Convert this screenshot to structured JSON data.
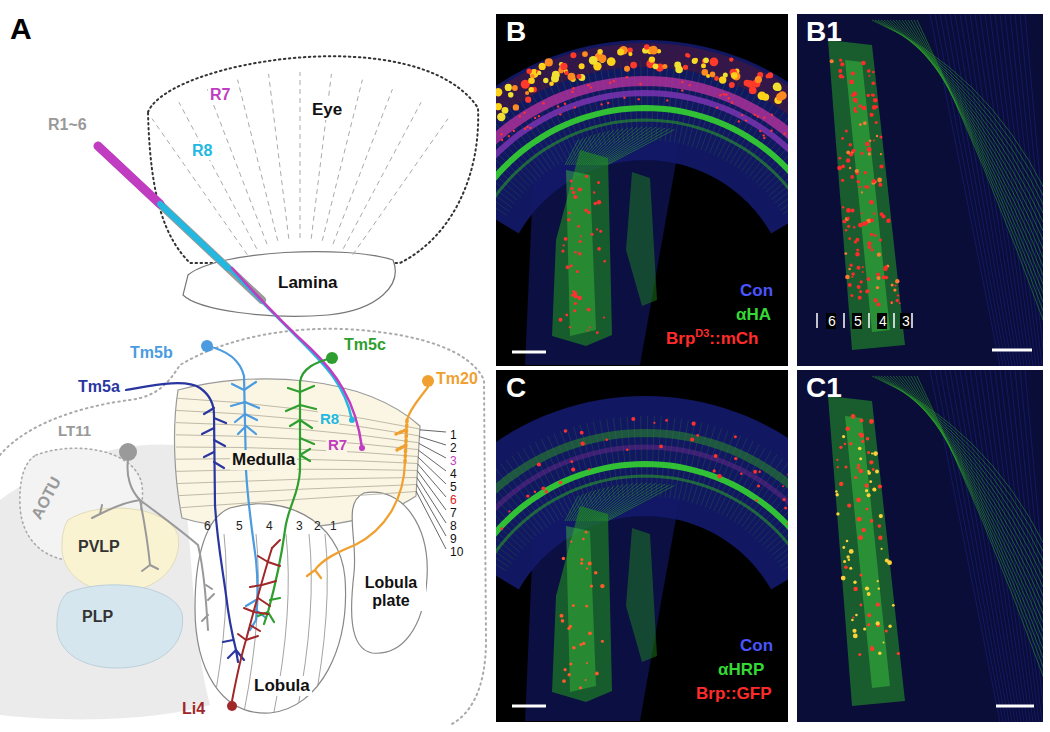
{
  "diagram": {
    "nodes": [
      {
        "text": [
          "Eye"
        ]
      },
      {
        "text": [
          "Lamina"
        ]
      },
      {
        "text": [
          "Medulla"
        ]
      },
      {
        "text": [
          "Lobula"
        ]
      },
      {
        "text": [
          "Lobula plate"
        ]
      },
      {
        "text": [
          "AOTU"
        ]
      },
      {
        "text": [
          "PVLP"
        ]
      },
      {
        "text": [
          "PLP"
        ]
      }
    ],
    "labels": [
      "A",
      "R7",
      "R8",
      "R1~6",
      "Tm5c",
      "Tm5b",
      "Tm5a",
      "R8",
      "R7",
      "Tm20",
      "1",
      "2",
      "3",
      "4",
      "5",
      "6",
      "7",
      "8",
      "9",
      "10",
      "LT11",
      "6",
      "5",
      "4",
      "3",
      "2",
      "1",
      "Li4",
      "B",
      "Con",
      "αHA",
      "Brp",
      "D3",
      "::mCh",
      "B1",
      "6",
      "5",
      "4",
      "3",
      "C",
      "Con",
      "αHRP",
      "Brp::GFP",
      "C1"
    ]
  }
}
